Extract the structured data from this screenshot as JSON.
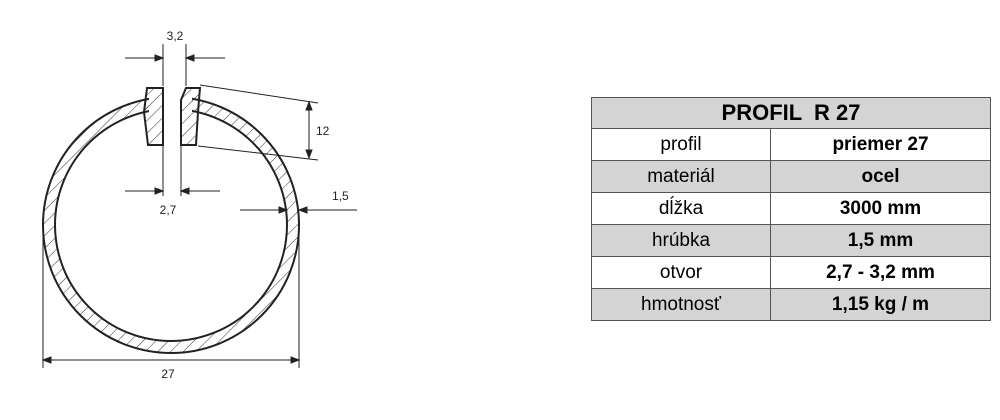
{
  "drawing": {
    "dim_gap_top": "3,2",
    "dim_lip_height": "12",
    "dim_gap_bottom": "2,7",
    "dim_wall": "1,5",
    "dim_diameter": "27",
    "line_color": "#222222"
  },
  "table": {
    "title": "PROFIL  R 27",
    "shade_color": "#d4d4d4",
    "rows": [
      {
        "label": "profil",
        "value": "priemer 27"
      },
      {
        "label": "materiál",
        "value": "ocel"
      },
      {
        "label": "dĺžka",
        "value": "3000 mm"
      },
      {
        "label": "hrúbka",
        "value": "1,5 mm"
      },
      {
        "label": "otvor",
        "value": "2,7 - 3,2 mm"
      },
      {
        "label": "hmotnosť",
        "value": "1,15 kg / m"
      }
    ]
  }
}
